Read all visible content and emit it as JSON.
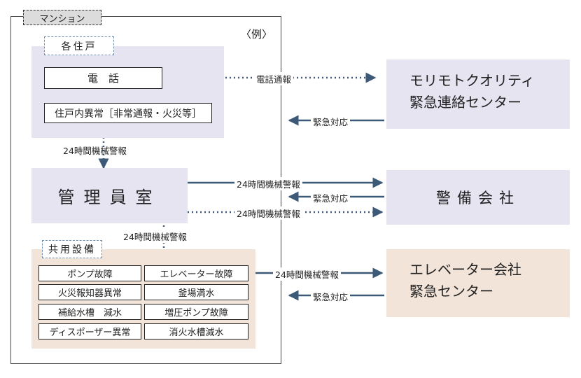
{
  "mansion_label": "マンション",
  "example_label": "〈例〉",
  "units": {
    "label": "各住戸",
    "phone": "電　話",
    "abnormal": "住戸内異常［非常通報・火災等］"
  },
  "manager_office": "管理員室",
  "shared": {
    "label": "共用設備",
    "cells": [
      "ポンプ故障",
      "エレベーター故障",
      "火災報知器異常",
      "釜場満水",
      "補給水槽　減水",
      "増圧ポンプ故障",
      "ディスポーザー異常",
      "消火水槽減水"
    ]
  },
  "externals": {
    "morimoto_line1": "モリモトクオリティ",
    "morimoto_line2": "緊急連絡センター",
    "security": "警備会社",
    "elevator_line1": "エレベーター会社",
    "elevator_line2": "緊急センター"
  },
  "arrows": {
    "phone_report": "電話通報",
    "emergency_response_1": "緊急対応",
    "units_to_office": "24時間機械警報",
    "office_to_security_top": "24時間機械警報",
    "security_response": "緊急対応",
    "office_to_security_bottom": "24時間機械警報",
    "shared_to_office": "24時間機械警報",
    "elevator_report": "24時間機械警報",
    "elevator_response": "緊急対応"
  },
  "colors": {
    "lavender": "#e6e4f1",
    "peach": "#f3e4d9",
    "line": "#3c5a78"
  }
}
